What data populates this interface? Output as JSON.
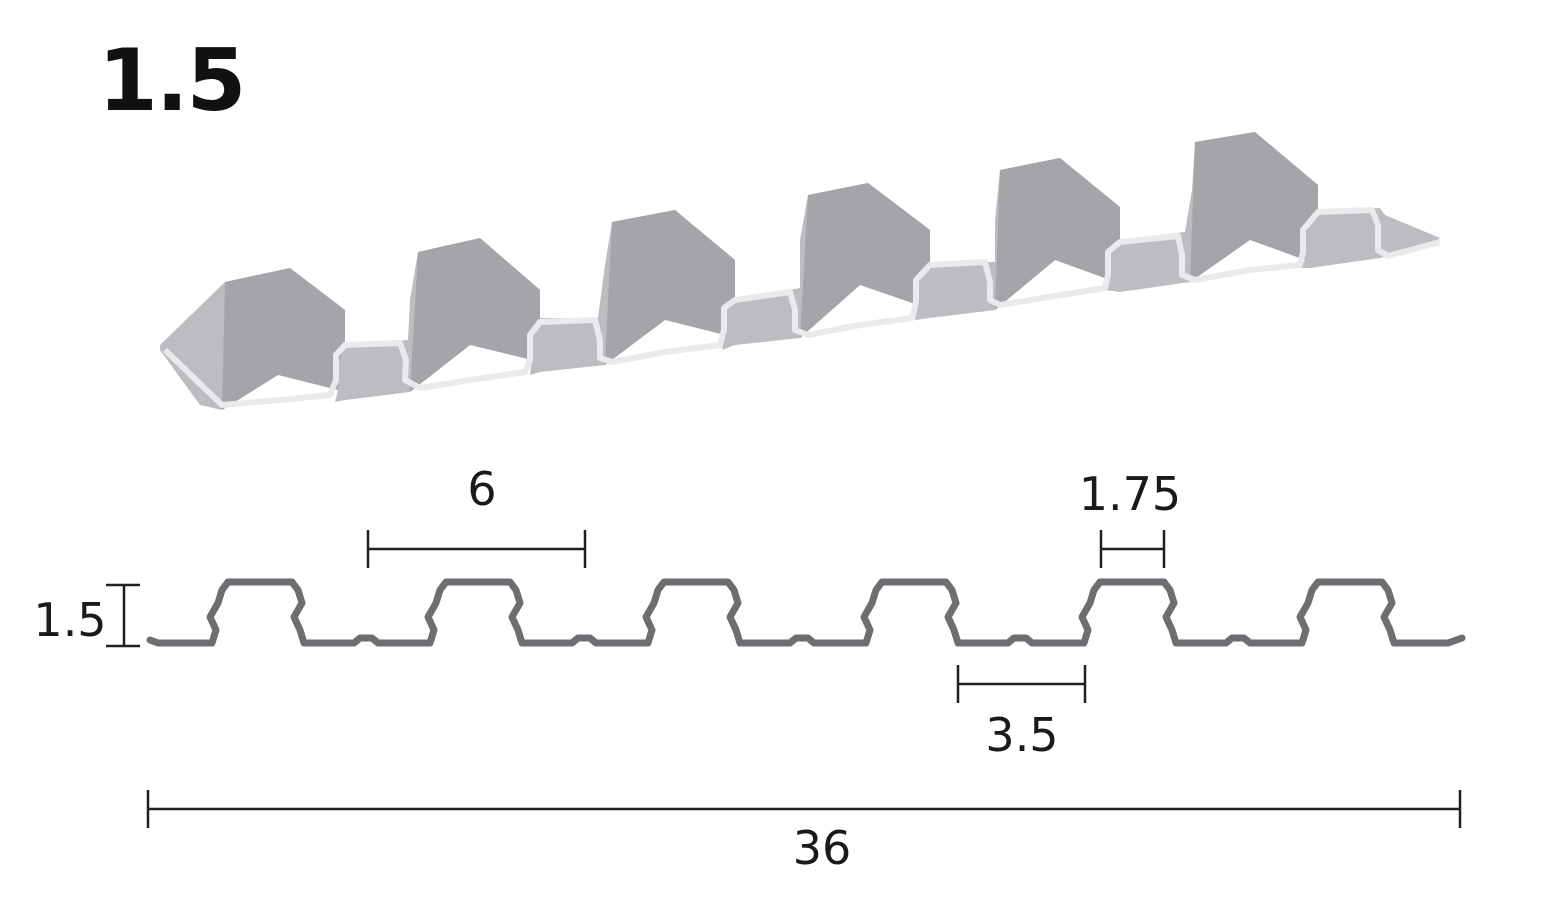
{
  "title": "1.5",
  "dimensions": {
    "pitch": "6",
    "top_flange": "1.75",
    "depth": "1.5",
    "bottom_flange": "3.5",
    "overall_width": "36"
  },
  "colors": {
    "profile_stroke": "#6d6e71",
    "panel_fill": "#bcbdc0",
    "panel_shade": "#a3a5a8",
    "edge_highlight": "#e9eaeb",
    "dim_line": "#231f20"
  }
}
